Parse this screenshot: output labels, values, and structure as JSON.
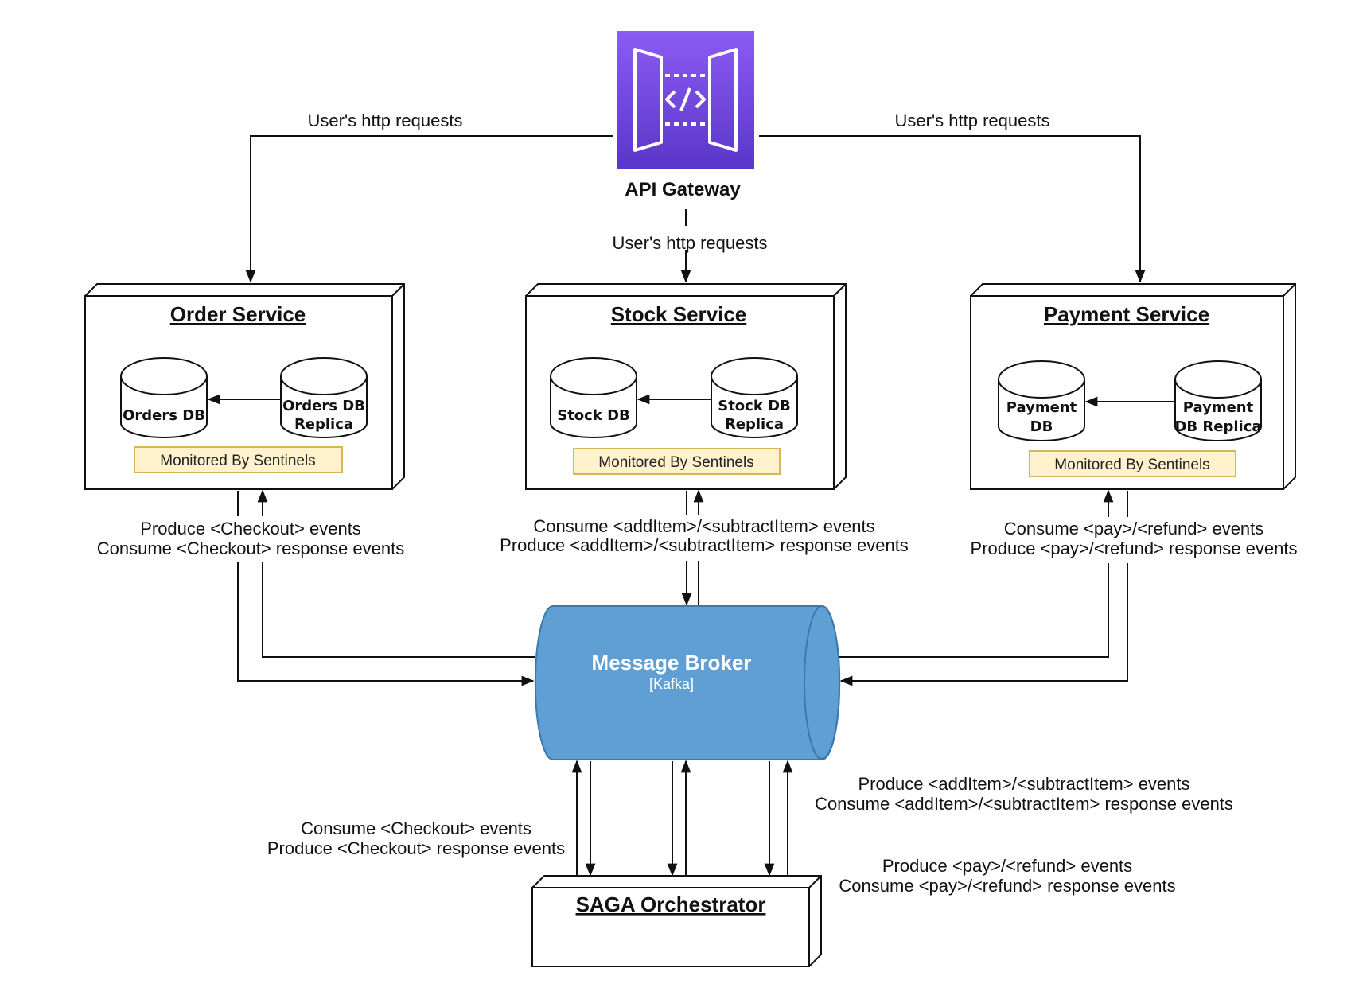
{
  "api_gateway": {
    "label": "API Gateway",
    "icon": "api-gateway-icon",
    "colors": {
      "top": "#8c5cf5",
      "bottom": "#5a36c8"
    }
  },
  "edges": {
    "to_order": "User's http requests",
    "to_stock": "User's http requests",
    "to_payment": "User's http requests"
  },
  "services": {
    "order": {
      "title": "Order Service",
      "primary_db": [
        "Orders DB"
      ],
      "replica_db": [
        "Orders DB",
        "Replica"
      ],
      "sentinel": "Monitored By Sentinels",
      "broker_edge": [
        "Produce <Checkout> events",
        "Consume <Checkout> response events"
      ]
    },
    "stock": {
      "title": "Stock Service",
      "primary_db": [
        "Stock DB"
      ],
      "replica_db": [
        "Stock DB",
        "Replica"
      ],
      "sentinel": "Monitored By Sentinels",
      "broker_edge": [
        "Consume <addItem>/<subtractItem> events",
        "Produce <addItem>/<subtractItem> response events"
      ]
    },
    "payment": {
      "title": "Payment Service",
      "primary_db": [
        "Payment",
        "DB"
      ],
      "replica_db": [
        "Payment",
        "DB Replica"
      ],
      "sentinel": "Monitored By Sentinels",
      "broker_edge": [
        "Consume <pay>/<refund> events",
        "Produce <pay>/<refund> response events"
      ]
    }
  },
  "broker": {
    "title": "Message Broker",
    "subtitle": "[Kafka]",
    "color": "#5f9fd3"
  },
  "saga": {
    "title": "SAGA Orchestrator",
    "checkout_edge": [
      "Consume <Checkout> events",
      "Produce <Checkout> response events"
    ],
    "stock_edge": [
      "Produce <addItem>/<subtractItem> events",
      "Consume <addItem>/<subtractItem> response events"
    ],
    "payment_edge": [
      "Produce <pay>/<refund> events",
      "Consume <pay>/<refund> response events"
    ]
  },
  "colors": {
    "sentinel_fill": "#fff2cc",
    "sentinel_stroke": "#d6b656"
  }
}
